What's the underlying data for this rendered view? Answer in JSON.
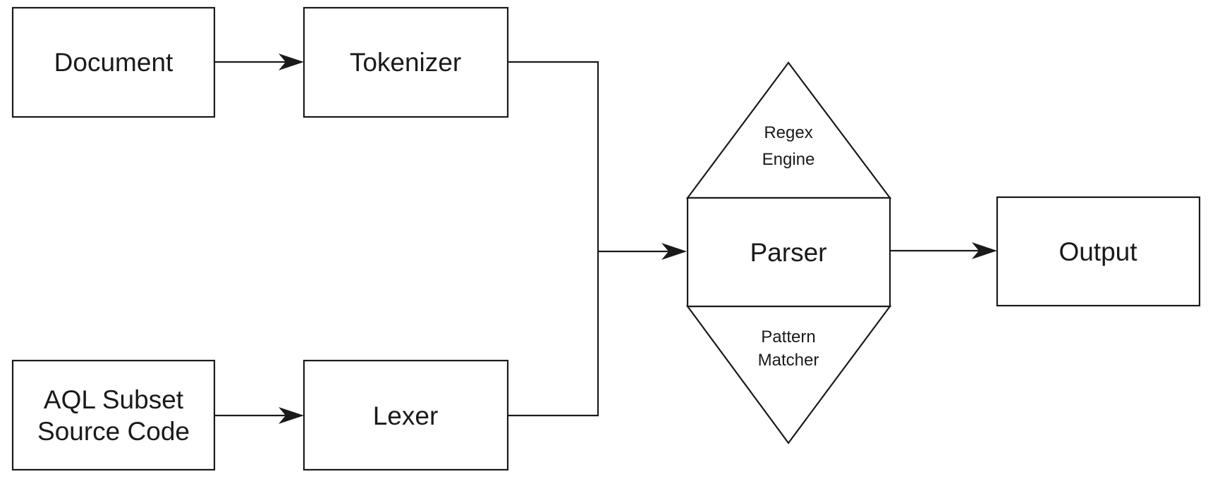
{
  "nodes": {
    "document": {
      "label": "Document"
    },
    "tokenizer": {
      "label": "Tokenizer"
    },
    "aql_source": {
      "line1": "AQL Subset",
      "line2": "Source Code"
    },
    "lexer": {
      "label": "Lexer"
    },
    "regex_engine": {
      "line1": "Regex",
      "line2": "Engine"
    },
    "parser": {
      "label": "Parser"
    },
    "pattern_matcher": {
      "line1": "Pattern",
      "line2": "Matcher"
    },
    "output": {
      "label": "Output"
    }
  },
  "edges": [
    {
      "from": "Document",
      "to": "Tokenizer"
    },
    {
      "from": "AQL Subset Source Code",
      "to": "Lexer"
    },
    {
      "from": "Tokenizer",
      "to": "Parser"
    },
    {
      "from": "Lexer",
      "to": "Parser"
    },
    {
      "from": "Parser",
      "to": "Output"
    }
  ],
  "colors": {
    "stroke": "#1a1a1a",
    "background": "#ffffff"
  }
}
